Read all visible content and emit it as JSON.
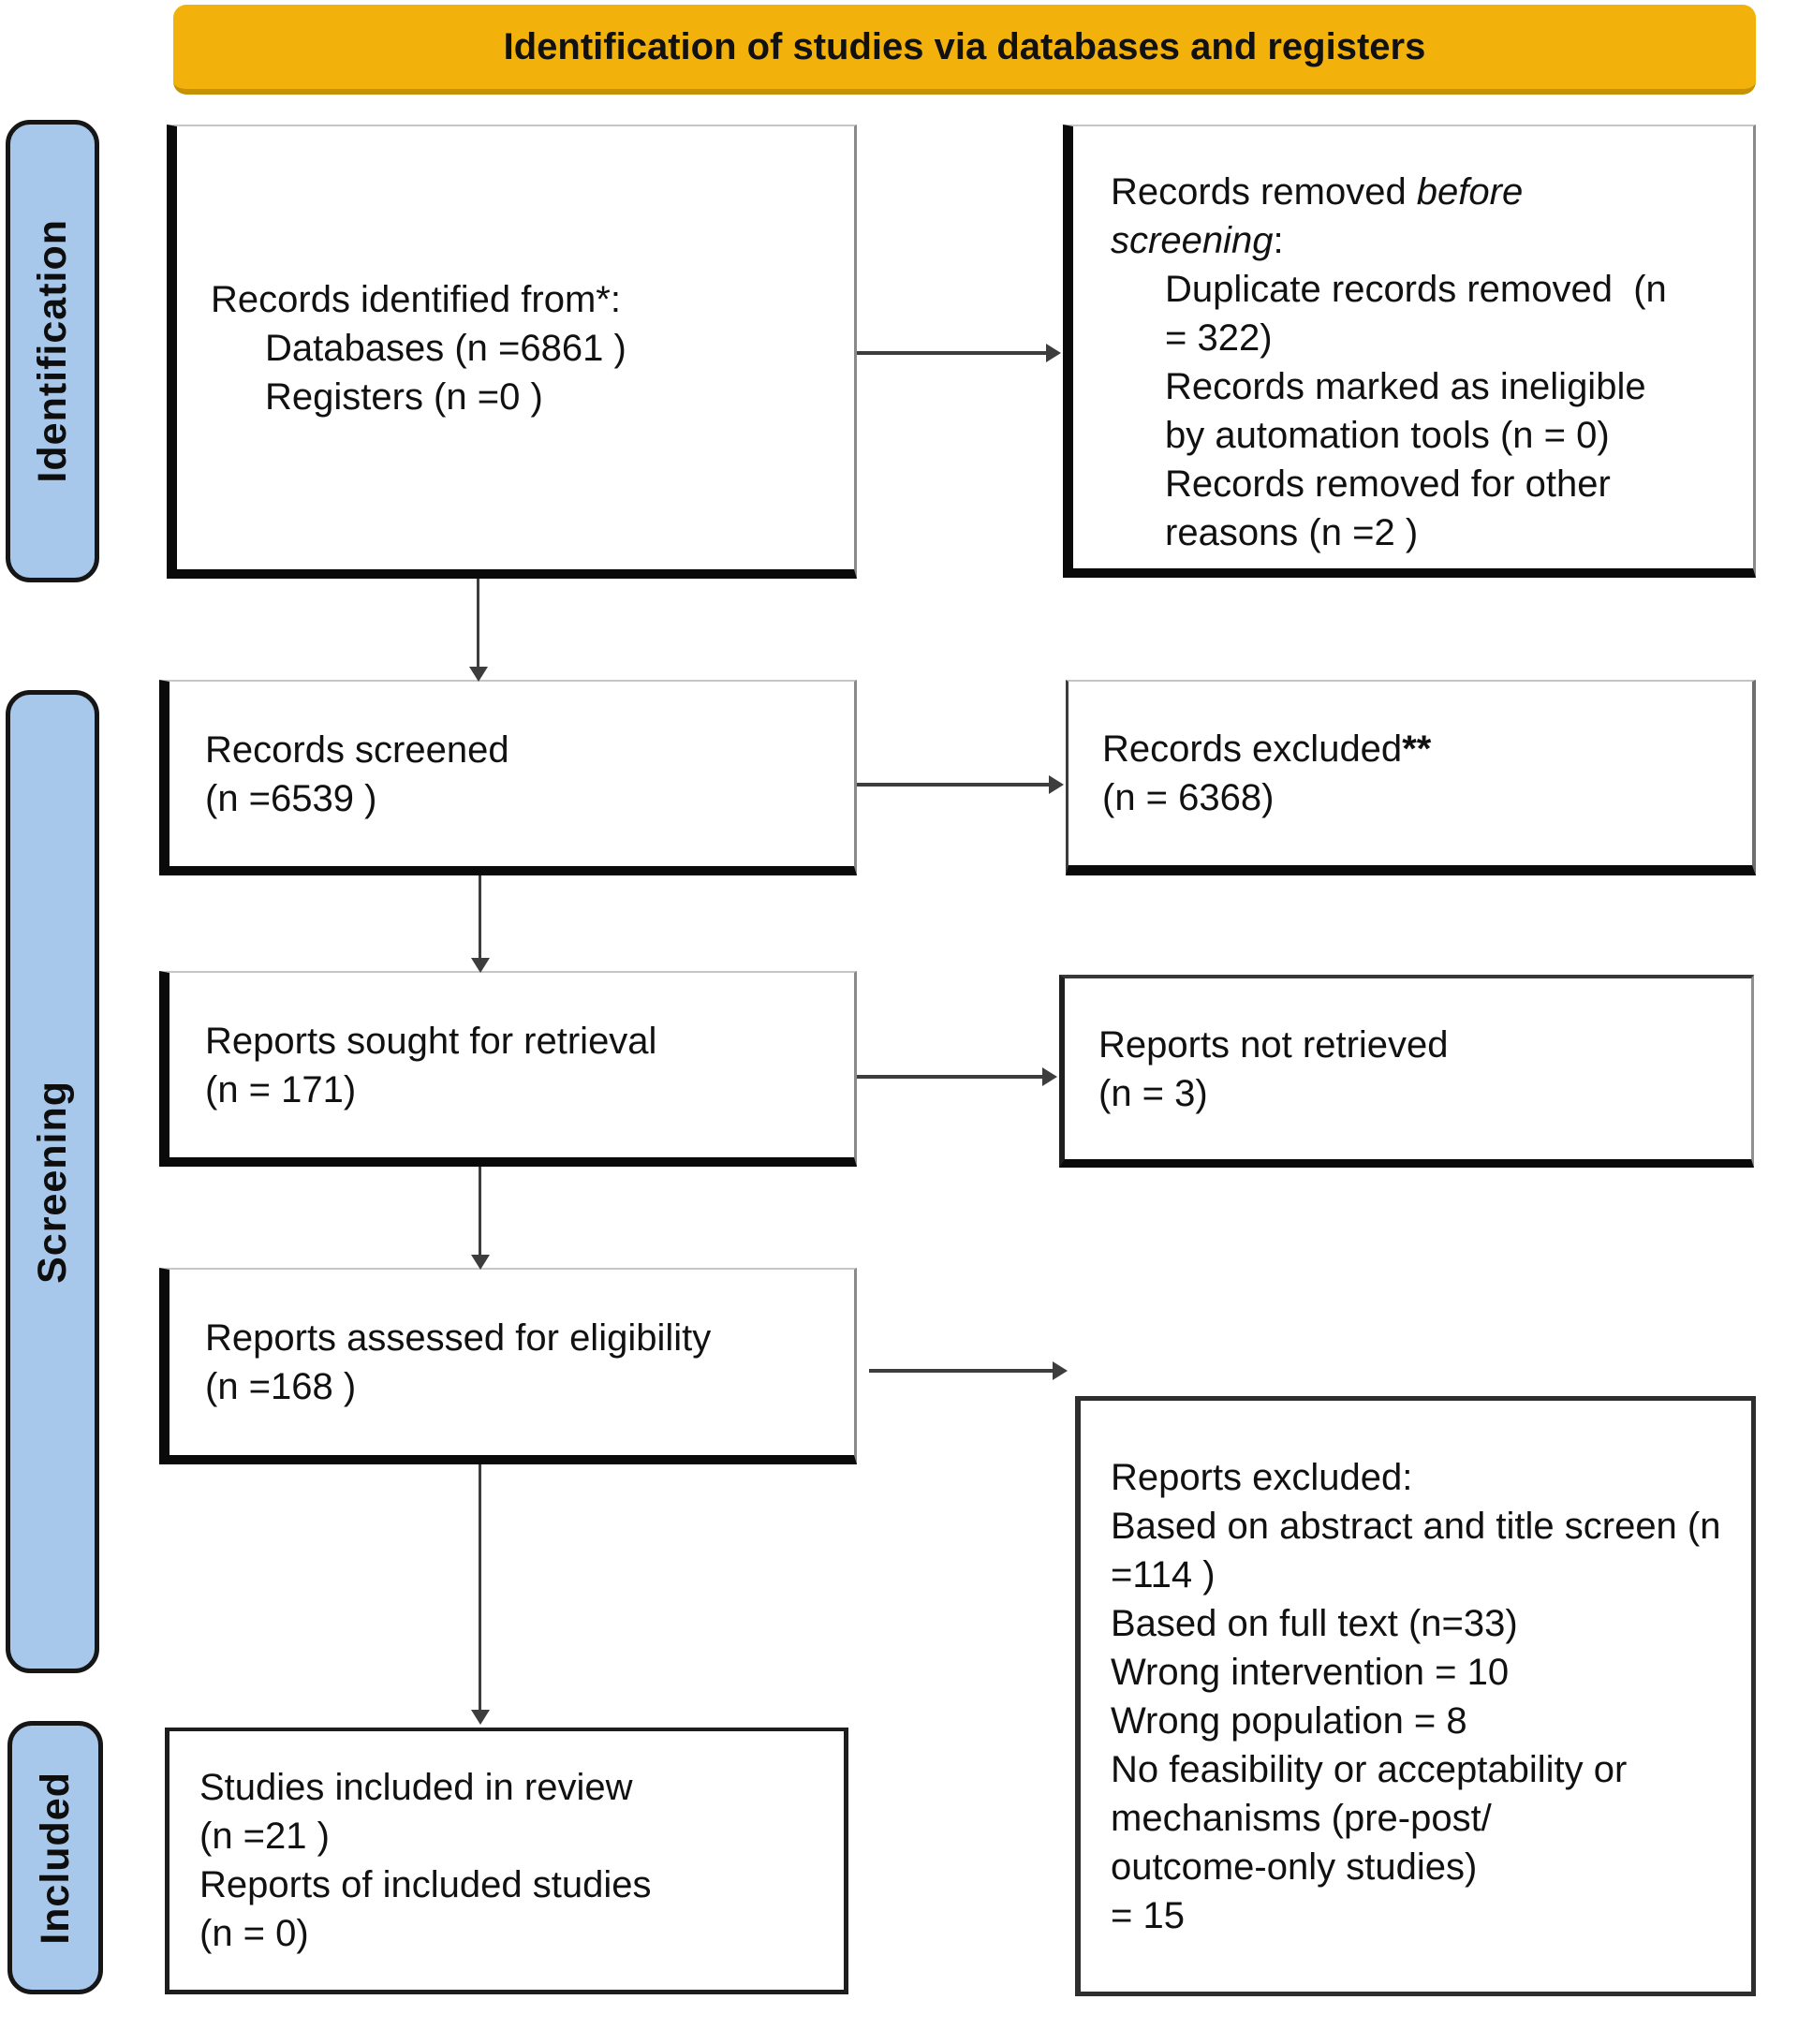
{
  "banner": {
    "title": "Identification of studies via databases and registers"
  },
  "stages": {
    "identification": "Identification",
    "screening": "Screening",
    "included": "Included"
  },
  "colors": {
    "banner_bg": "#F2B20B",
    "banner_edge": "#C79202",
    "stage_bg": "#A7C8EA",
    "arrow": "#3d3d3d"
  },
  "boxes": {
    "identified": {
      "lines": [
        "Records identified from*:",
        "Databases (n =6861 )",
        "Registers (n =0 )"
      ]
    },
    "removed": {
      "line1_regular": "Records removed ",
      "line1_italic": "before",
      "line2_italic": "screening",
      "line2_regular": ":",
      "items": [
        "Duplicate records removed  (n",
        "= 322)",
        "Records marked as ineligible",
        "by automation tools (n = 0)",
        "Records removed for other",
        "reasons (n =2 )"
      ]
    },
    "screened": {
      "lines": [
        "Records screened",
        "(n =6539 )"
      ]
    },
    "records_excluded": {
      "label": "Records excluded",
      "asterisks": "**",
      "count": "(n = 6368)"
    },
    "sought": {
      "lines": [
        "Reports sought for retrieval",
        "(n = 171)"
      ]
    },
    "not_retrieved": {
      "lines": [
        "Reports not retrieved",
        "(n = 3)"
      ]
    },
    "assessed": {
      "lines": [
        "Reports assessed for eligibility",
        "(n =168 )"
      ]
    },
    "reports_excluded": {
      "lines": [
        "Reports excluded:",
        "Based on abstract and title screen (n",
        "=114 )",
        "Based on full text (n=33)",
        "Wrong intervention = 10",
        "Wrong population = 8",
        "No feasibility or acceptability or",
        "mechanisms (pre-post/",
        "outcome-only studies)",
        "= 15"
      ]
    },
    "included": {
      "lines": [
        "Studies included in review",
        "(n =21 )",
        "Reports of included studies",
        "(n = 0)"
      ]
    }
  }
}
